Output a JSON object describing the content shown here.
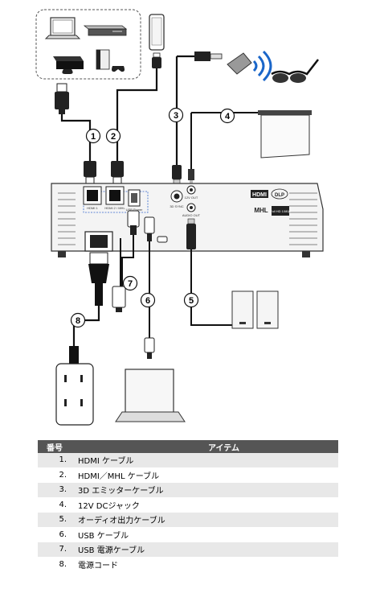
{
  "callouts": [
    "1",
    "2",
    "3",
    "4",
    "5",
    "6",
    "7",
    "8"
  ],
  "panel": {
    "hdmi1": "HDMI 1",
    "hdmi2": "HDMI 2 / MHL",
    "usb_power": "USB Power",
    "sync3d": "3D SYNC",
    "dc12v": "12V OUT",
    "audio_out": "AUDIO OUT",
    "logo_mhl": "MHL",
    "logo_fullhd": "Full HD 1080p"
  },
  "table": {
    "header_num": "番号",
    "header_item": "アイテム",
    "rows": [
      {
        "num": "1.",
        "item": "HDMI ケーブル"
      },
      {
        "num": "2.",
        "item": "HDMI／MHL ケーブル"
      },
      {
        "num": "3.",
        "item": "3D エミッターケーブル"
      },
      {
        "num": "4.",
        "item": "12V DCジャック"
      },
      {
        "num": "5.",
        "item": "オーディオ出力ケーブル"
      },
      {
        "num": "6.",
        "item": "USB ケーブル"
      },
      {
        "num": "7.",
        "item": "USB 電源ケーブル"
      },
      {
        "num": "8.",
        "item": "電源コード"
      }
    ]
  }
}
